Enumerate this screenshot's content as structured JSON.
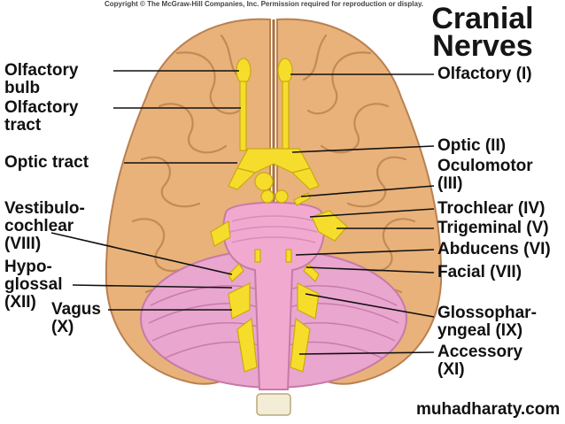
{
  "copyright": "Copyright © The McGraw-Hill Companies, Inc. Permission required for reproduction or display.",
  "title_line1": "Cranial",
  "title_line2": "Nerves",
  "watermark": "muhadharaty.com",
  "colors": {
    "cerebrum": "#e9b27a",
    "cerebrum_edge": "#b9804f",
    "brainstem": "#f2a9d0",
    "cerebellum": "#e9a6cf",
    "nerve": "#f6dd2c",
    "leader_line": "#111111"
  },
  "left_labels": {
    "olfactory_bulb": [
      "Olfactory",
      "bulb"
    ],
    "olfactory_tract": [
      "Olfactory",
      "tract"
    ],
    "optic_tract": [
      "Optic tract"
    ],
    "vestibulocochlear": [
      "Vestibulo-",
      "cochlear",
      "(VIII)"
    ],
    "hypoglossal": [
      "Hypo-",
      "glossal",
      "(XII)"
    ],
    "vagus": [
      "Vagus",
      "(X)"
    ]
  },
  "right_labels": {
    "olfactory": [
      "Olfactory (I)"
    ],
    "optic": [
      "Optic (II)"
    ],
    "oculomotor": [
      "Oculomotor",
      "(III)"
    ],
    "trochlear": [
      "Trochlear (IV)"
    ],
    "trigeminal": [
      "Trigeminal (V)"
    ],
    "abducens": [
      "Abducens (VI)"
    ],
    "facial": [
      "Facial (VII)"
    ],
    "glossopharyngeal": [
      "Glossophar-",
      "yngeal (IX)"
    ],
    "accessory": [
      "Accessory",
      "(XI)"
    ]
  }
}
